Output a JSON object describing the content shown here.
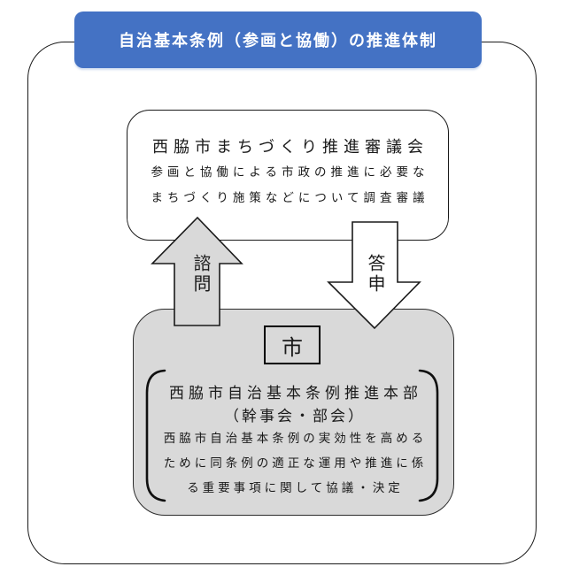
{
  "banner": {
    "title": "自治基本条例（参画と協働）の推進体制",
    "color": "#4472C4",
    "text_color": "#FFFFFF"
  },
  "council": {
    "heading": "西脇市まちづくり推進審議会",
    "line1": "参画と協働による市政の推進に必要な",
    "line2": "まちづくり施策などについて調査審議"
  },
  "arrows": {
    "up_label": "諮問",
    "down_label": "答申",
    "up_fill": "#D9D9D9",
    "down_fill": "#FFFFFF"
  },
  "city": {
    "label": "市",
    "fill": "#D9D9D9"
  },
  "hq": {
    "heading": "西脇市自治基本条例推進本部",
    "subheading": "（幹事会・部会）",
    "desc1": "西脇市自治基本条例の実効性を高める",
    "desc2": "ために同条例の適正な運用や推進に係",
    "desc3": "る重要事項に関して協議・決定"
  },
  "colors": {
    "border": "#1a1a1a",
    "gray_fill": "#D9D9D9",
    "banner_blue": "#4472C4"
  }
}
